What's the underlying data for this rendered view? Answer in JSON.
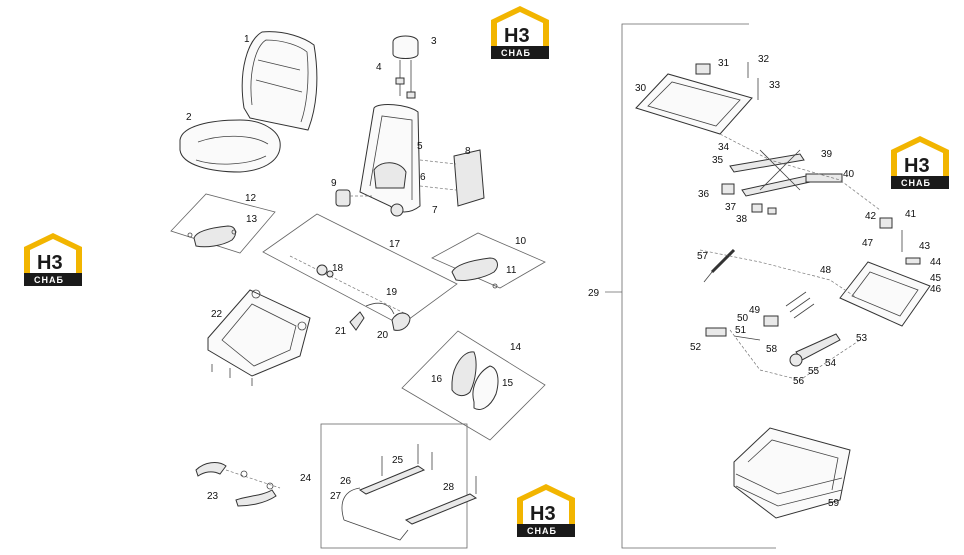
{
  "logo": {
    "mark": "H3",
    "sub": "СНАБ",
    "accent_color": "#f2b500",
    "dark_color": "#1a1a1a"
  },
  "callouts": [
    {
      "id": "c1",
      "text": "1"
    },
    {
      "id": "c2",
      "text": "2"
    },
    {
      "id": "c3",
      "text": "3"
    },
    {
      "id": "c4",
      "text": "4"
    },
    {
      "id": "c5",
      "text": "5"
    },
    {
      "id": "c6",
      "text": "6"
    },
    {
      "id": "c7",
      "text": "7"
    },
    {
      "id": "c8",
      "text": "8"
    },
    {
      "id": "c9",
      "text": "9"
    },
    {
      "id": "c10",
      "text": "10"
    },
    {
      "id": "c11",
      "text": "11"
    },
    {
      "id": "c12",
      "text": "12"
    },
    {
      "id": "c13",
      "text": "13"
    },
    {
      "id": "c14",
      "text": "14"
    },
    {
      "id": "c15",
      "text": "15"
    },
    {
      "id": "c16",
      "text": "16"
    },
    {
      "id": "c17",
      "text": "17"
    },
    {
      "id": "c18",
      "text": "18"
    },
    {
      "id": "c19",
      "text": "19"
    },
    {
      "id": "c20",
      "text": "20"
    },
    {
      "id": "c21",
      "text": "21"
    },
    {
      "id": "c22",
      "text": "22"
    },
    {
      "id": "c23",
      "text": "23"
    },
    {
      "id": "c24",
      "text": "24"
    },
    {
      "id": "c25",
      "text": "25"
    },
    {
      "id": "c26",
      "text": "26"
    },
    {
      "id": "c27",
      "text": "27"
    },
    {
      "id": "c28",
      "text": "28"
    },
    {
      "id": "c29",
      "text": "29"
    },
    {
      "id": "c30",
      "text": "30"
    },
    {
      "id": "c31",
      "text": "31"
    },
    {
      "id": "c32",
      "text": "32"
    },
    {
      "id": "c33",
      "text": "33"
    },
    {
      "id": "c34",
      "text": "34"
    },
    {
      "id": "c35",
      "text": "35"
    },
    {
      "id": "c36",
      "text": "36"
    },
    {
      "id": "c37",
      "text": "37"
    },
    {
      "id": "c38",
      "text": "38"
    },
    {
      "id": "c39",
      "text": "39"
    },
    {
      "id": "c40",
      "text": "40"
    },
    {
      "id": "c41",
      "text": "41"
    },
    {
      "id": "c42",
      "text": "42"
    },
    {
      "id": "c43",
      "text": "43"
    },
    {
      "id": "c44",
      "text": "44"
    },
    {
      "id": "c45",
      "text": "45"
    },
    {
      "id": "c46",
      "text": "46"
    },
    {
      "id": "c47",
      "text": "47"
    },
    {
      "id": "c48",
      "text": "48"
    },
    {
      "id": "c49",
      "text": "49"
    },
    {
      "id": "c50",
      "text": "50"
    },
    {
      "id": "c51",
      "text": "51"
    },
    {
      "id": "c52",
      "text": "52"
    },
    {
      "id": "c53",
      "text": "53"
    },
    {
      "id": "c54",
      "text": "54"
    },
    {
      "id": "c55",
      "text": "55"
    },
    {
      "id": "c56",
      "text": "56"
    },
    {
      "id": "c57",
      "text": "57"
    },
    {
      "id": "c58",
      "text": "58"
    },
    {
      "id": "c59",
      "text": "59"
    }
  ]
}
